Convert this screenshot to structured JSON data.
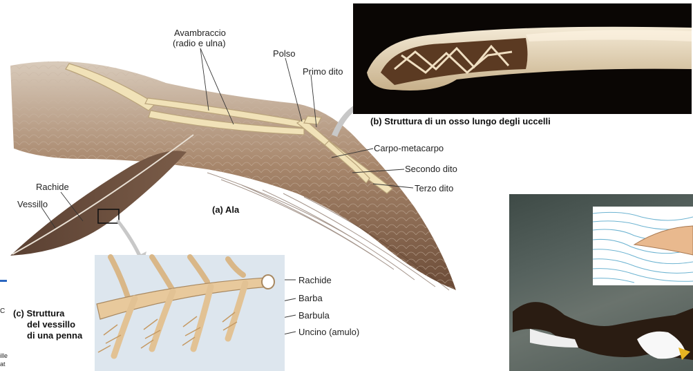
{
  "wing": {
    "avambraccio": "Avambraccio",
    "radio_ulna": "(radio e ulna)",
    "polso": "Polso",
    "primo_dito": "Primo dito",
    "carpo_metacarpo": "Carpo-metacarpo",
    "secondo_dito": "Secondo dito",
    "terzo_dito": "Terzo dito",
    "rachide": "Rachide",
    "vessillo": "Vessillo",
    "caption": "(a) Ala"
  },
  "bone": {
    "caption": "(b) Struttura di un osso lungo degli uccelli"
  },
  "vane": {
    "caption_1": "(c) Struttura",
    "caption_2": "del vessillo",
    "caption_3": "di una penna",
    "rachide": "Rachide",
    "barba": "Barba",
    "barbula": "Barbula",
    "uncino": "Uncino (amulo)"
  },
  "edge": {
    "line1": "C",
    "line2": "ille",
    "line3": "at"
  },
  "colors": {
    "feather_brown": "#8a6a52",
    "bone_cream": "#f1e2b8",
    "label_text": "#222222",
    "arrow_gray": "#c8c8c8",
    "slide_blue": "#2b67c0"
  }
}
